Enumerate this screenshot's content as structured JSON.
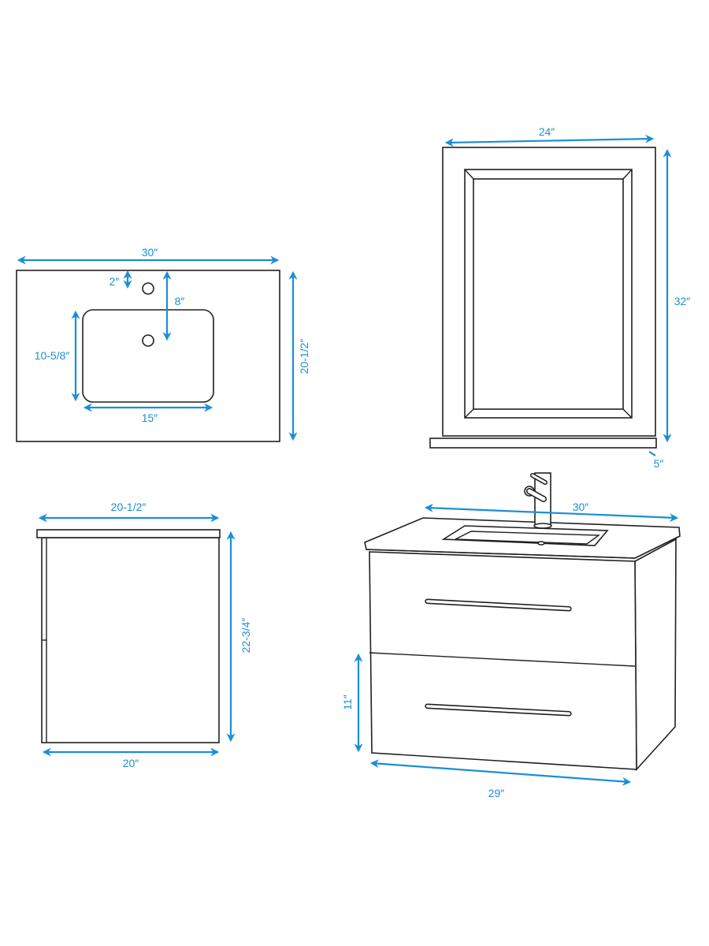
{
  "colors": {
    "dimension": "#1a8fd8",
    "outline": "#231f20"
  },
  "top_view": {
    "width": "30″",
    "depth": "20-1/2″",
    "hole_offset": "2″",
    "drain_offset": "8″",
    "basin_depth": "10-5/8″",
    "basin_width": "15″"
  },
  "mirror": {
    "width": "24″",
    "height": "32″",
    "shelf_depth": "5″"
  },
  "side_view": {
    "top_depth": "20-1/2″",
    "height": "22-3/4″",
    "cabinet_depth": "20″"
  },
  "front_view": {
    "top_width": "30″",
    "drawer_height": "11″",
    "cabinet_width": "29″"
  }
}
